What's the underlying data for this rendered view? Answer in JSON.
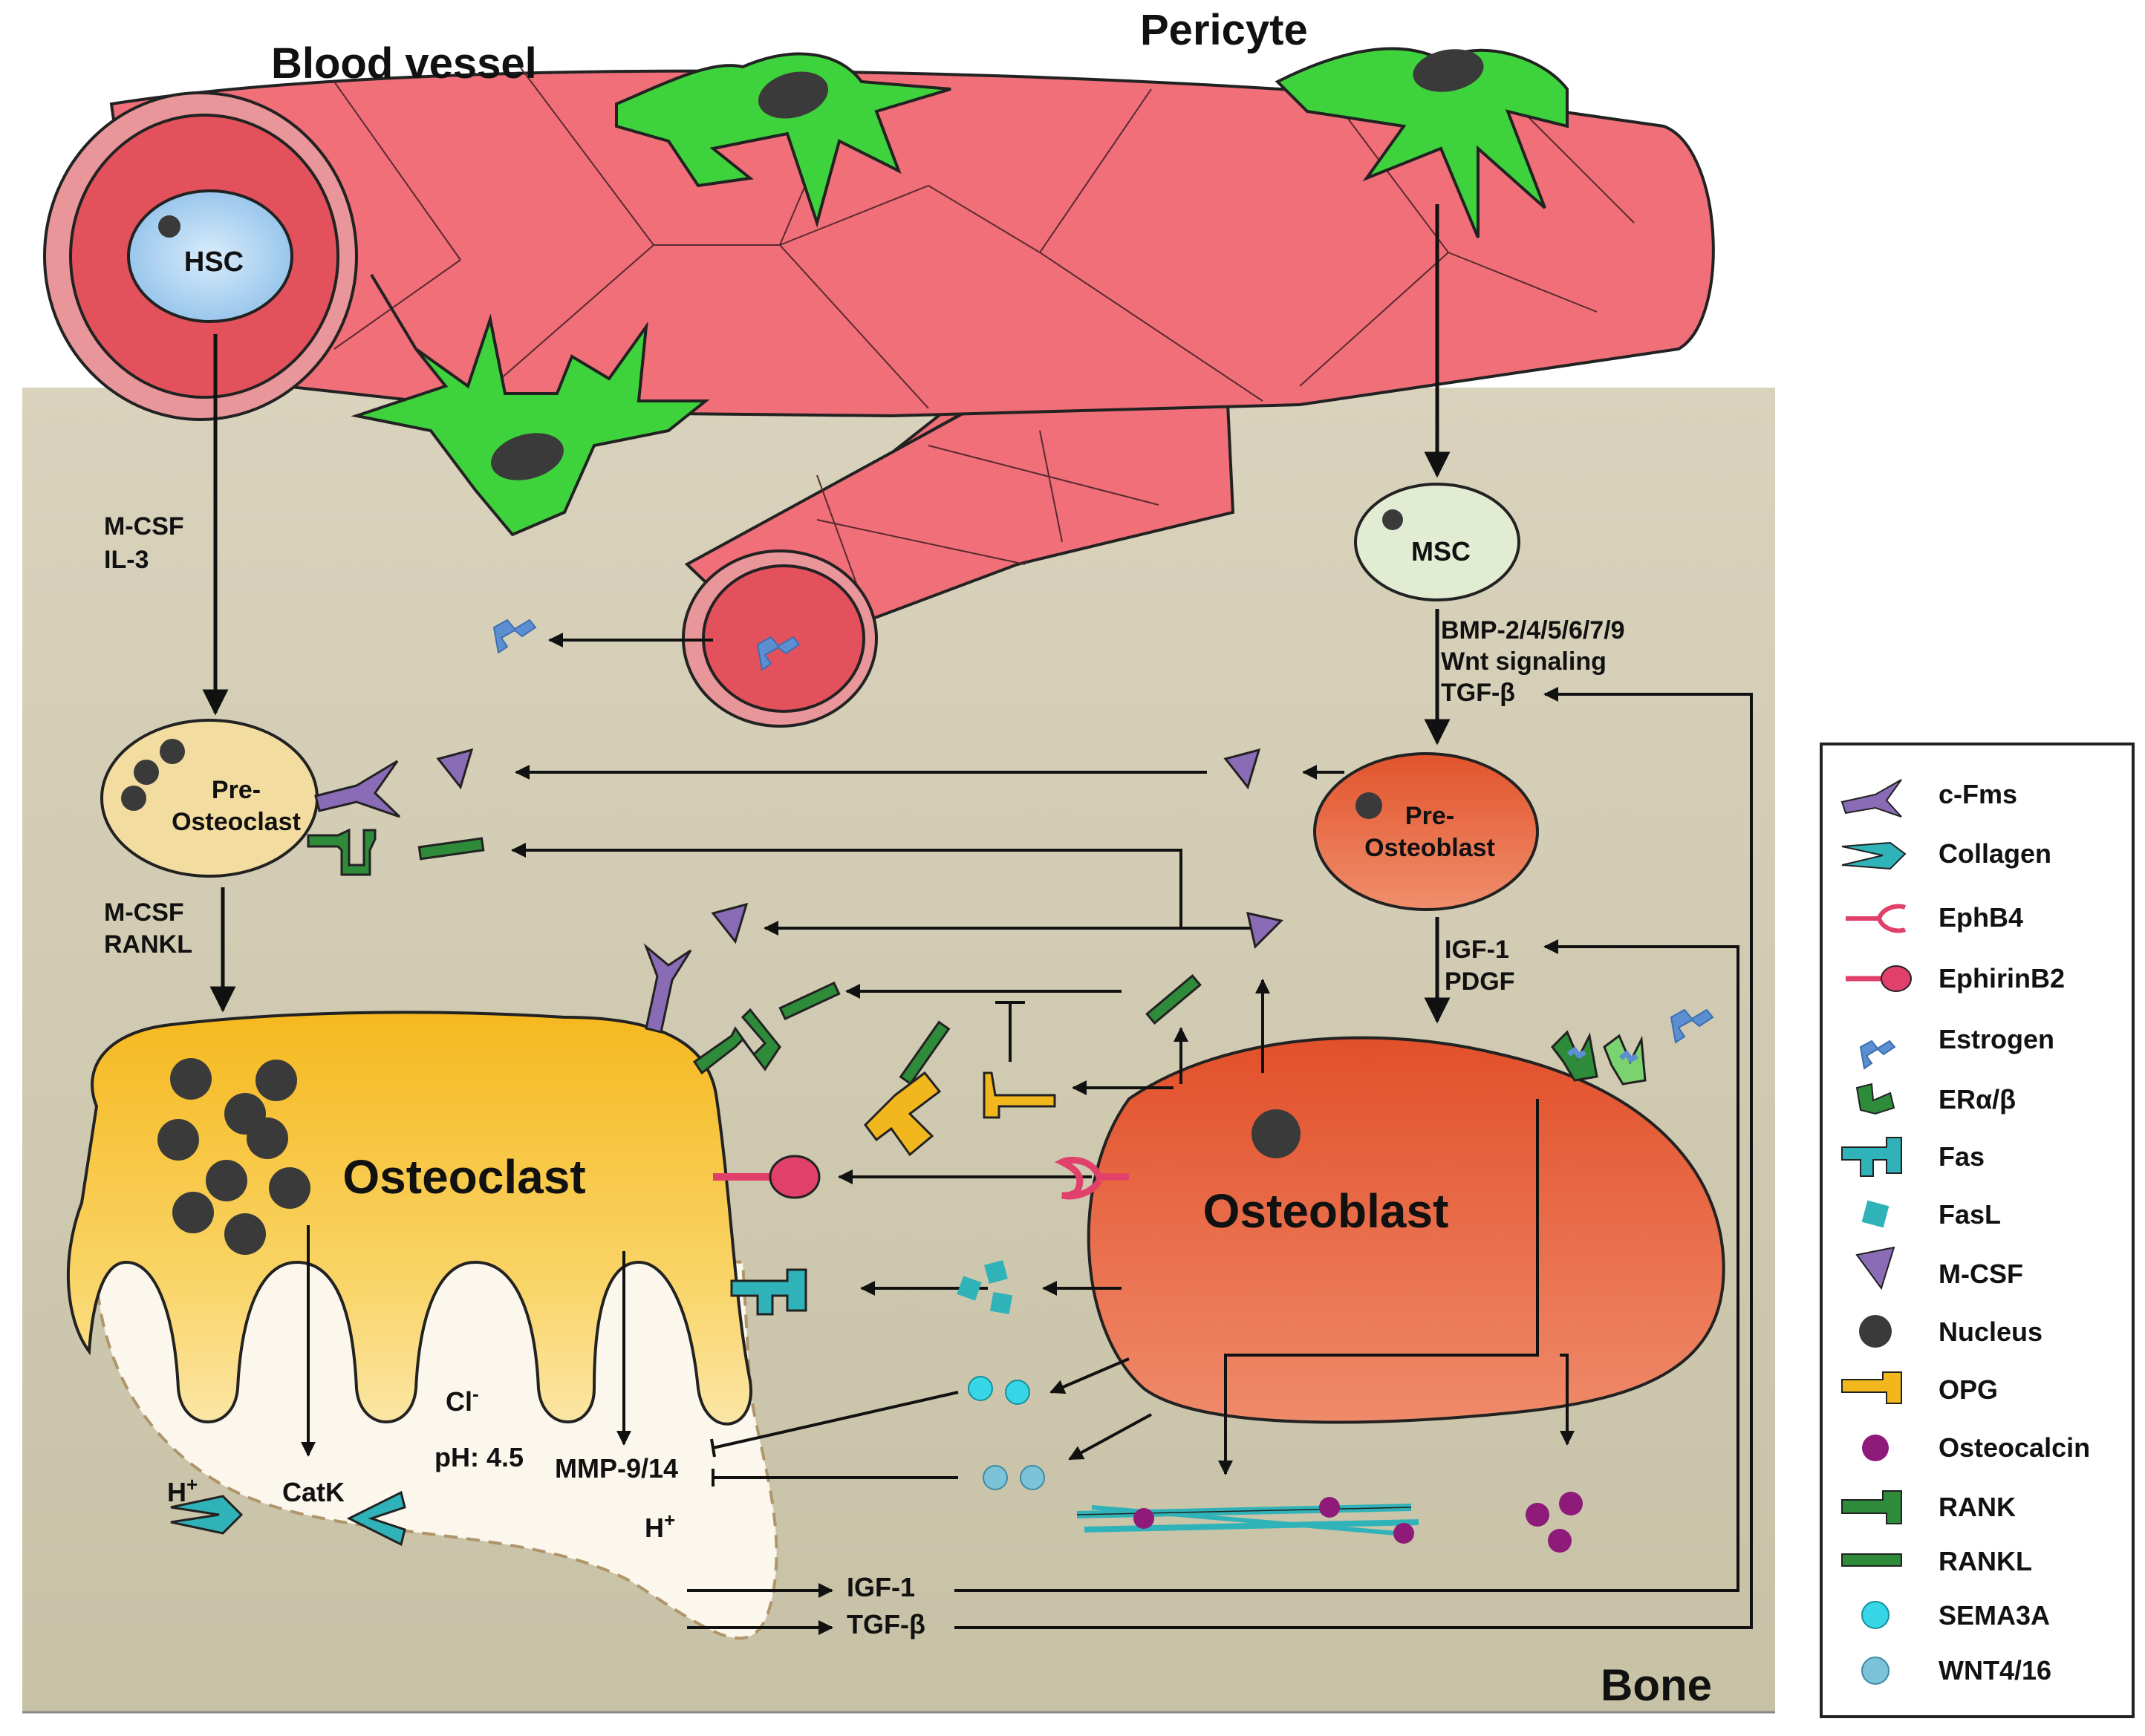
{
  "labels": {
    "blood_vessel": "Blood vessel",
    "pericyte": "Pericyte",
    "hsc": "HSC",
    "msc": "MSC",
    "bone": "Bone",
    "mcsf_1": "M-CSF",
    "il3": "IL-3",
    "bmp": "BMP-2/4/5/6/7/9",
    "wnt_signaling": "Wnt signaling",
    "tgfb_top": "TGF-β",
    "pre_osteoclast_1": "Pre-",
    "pre_osteoclast_2": "Osteoclast",
    "pre_osteoblast_1": "Pre-",
    "pre_osteoblast_2": "Osteoblast",
    "mcsf_2": "M-CSF",
    "rankl": "RANKL",
    "igf1_top": "IGF-1",
    "pdgf": "PDGF",
    "osteoclast": "Osteoclast",
    "osteoblast": "Osteoblast",
    "hplus_1": "H",
    "hplus_2": "H",
    "plus": "+",
    "catk": "CatK",
    "cl": "Cl",
    "minus": "-",
    "ph": "pH: 4.5",
    "mmp": "MMP-9/14",
    "igf1_bottom": "IGF-1",
    "tgfb_bottom": "TGF-β"
  },
  "legend": [
    {
      "label": "c-Fms",
      "icon": "c-fms-icon",
      "color": "#8a6bb5"
    },
    {
      "label": "Collagen",
      "icon": "collagen-icon",
      "color": "#2fb3b8"
    },
    {
      "label": "EphB4",
      "icon": "ephb4-icon",
      "color": "#e0406a"
    },
    {
      "label": "EphirinB2",
      "icon": "ephrinb2-icon",
      "color": "#e0406a"
    },
    {
      "label": "Estrogen",
      "icon": "estrogen-icon",
      "color": "#5b8fd1"
    },
    {
      "label": "ERα/β",
      "icon": "er-icon",
      "color": "#2e8b3a"
    },
    {
      "label": "Fas",
      "icon": "fas-icon",
      "color": "#2fb3b8"
    },
    {
      "label": "FasL",
      "icon": "fasl-icon",
      "color": "#2fb3b8"
    },
    {
      "label": "M-CSF",
      "icon": "mcsf-icon",
      "color": "#8a6bb5"
    },
    {
      "label": "Nucleus",
      "icon": "nucleus-icon",
      "color": "#3a3a3a"
    },
    {
      "label": "OPG",
      "icon": "opg-icon",
      "color": "#f2b71d"
    },
    {
      "label": "Osteocalcin",
      "icon": "osteocalcin-icon",
      "color": "#8e1a7a"
    },
    {
      "label": "RANK",
      "icon": "rank-icon",
      "color": "#2e8b3a"
    },
    {
      "label": "RANKL",
      "icon": "rankl-icon",
      "color": "#2e8b3a"
    },
    {
      "label": "SEMA3A",
      "icon": "sema3a-icon",
      "color": "#36d6e6"
    },
    {
      "label": "WNT4/16",
      "icon": "wnt-icon",
      "color": "#7cc2d9"
    }
  ]
}
